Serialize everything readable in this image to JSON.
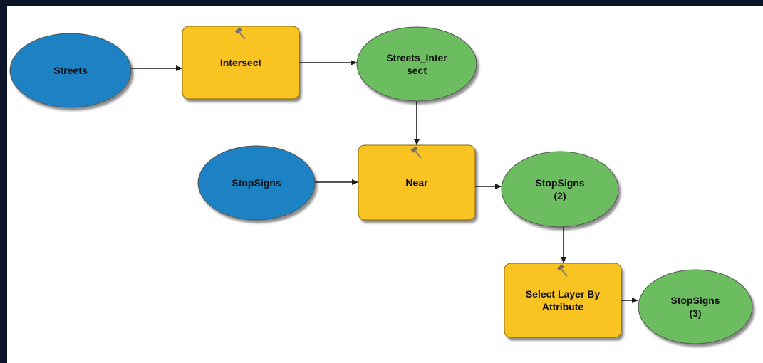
{
  "colors": {
    "input_data": "#1a82c4",
    "tool": "#f9c322",
    "derived_data": "#6cbd5e",
    "background": "#ffffff",
    "frame": "#0d1628",
    "arrow": "#1a1a1a"
  },
  "nodes": [
    {
      "id": "streets",
      "type": "input_data",
      "lines": [
        "Streets"
      ]
    },
    {
      "id": "intersect",
      "type": "tool",
      "lines": [
        "Intersect"
      ],
      "icon": "hammer-icon"
    },
    {
      "id": "streets_intersect",
      "type": "derived_data",
      "lines": [
        "Streets_Inter",
        "sect"
      ]
    },
    {
      "id": "stopsigns",
      "type": "input_data",
      "lines": [
        "StopSigns"
      ]
    },
    {
      "id": "near",
      "type": "tool",
      "lines": [
        "Near"
      ],
      "icon": "hammer-icon"
    },
    {
      "id": "stopsigns2",
      "type": "derived_data",
      "lines": [
        "StopSigns",
        "(2)"
      ]
    },
    {
      "id": "select_layer",
      "type": "tool",
      "lines": [
        "Select Layer By",
        "Attribute"
      ],
      "icon": "hammer-icon"
    },
    {
      "id": "stopsigns3",
      "type": "derived_data",
      "lines": [
        "StopSigns",
        "(3)"
      ]
    }
  ],
  "edges": [
    {
      "from": "streets",
      "to": "intersect"
    },
    {
      "from": "intersect",
      "to": "streets_intersect"
    },
    {
      "from": "streets_intersect",
      "to": "near"
    },
    {
      "from": "stopsigns",
      "to": "near"
    },
    {
      "from": "near",
      "to": "stopsigns2"
    },
    {
      "from": "stopsigns2",
      "to": "select_layer"
    },
    {
      "from": "select_layer",
      "to": "stopsigns3"
    }
  ]
}
